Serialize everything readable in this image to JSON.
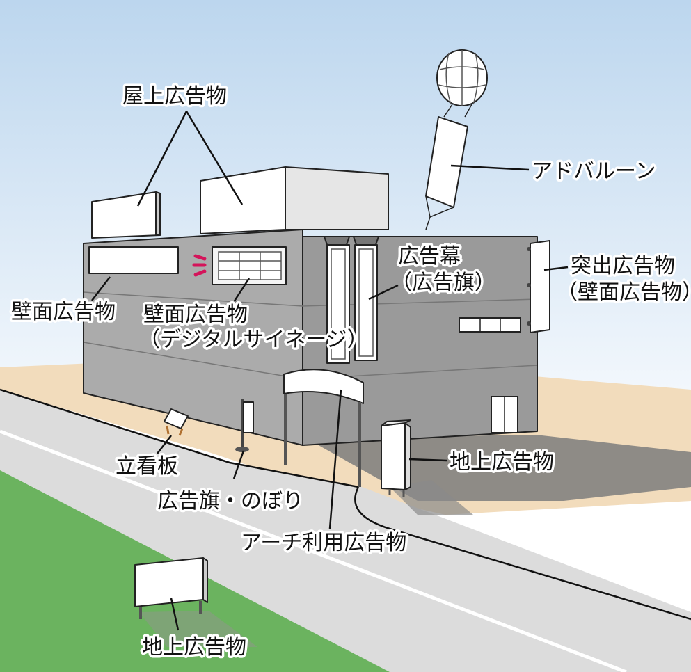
{
  "labels": {
    "rooftop": "屋上広告物",
    "ad_balloon": "アドバルーン",
    "banner_line1": "広告幕",
    "banner_line2": "（広告旗）",
    "projecting_line1": "突出広告物",
    "projecting_line2": "（壁面広告物）",
    "wall": "壁面広告物",
    "wall_digital_line1": "壁面広告物",
    "wall_digital_line2": "（デジタルサイネージ）",
    "standing_board": "立看板",
    "flag_nobori": "広告旗・のぼり",
    "arch": "アーチ利用広告物",
    "ground_right": "地上広告物",
    "ground_bottom": "地上広告物"
  },
  "colors": {
    "sky_top": "#bcd6ee",
    "sky_bottom": "#f2f7fc",
    "ground_sand": "#f2dcbc",
    "road": "#dcdcdc",
    "lawn": "#6bb35f",
    "building_front": "#a9a9a9",
    "building_side": "#999999",
    "accent_red": "#d4145a"
  }
}
